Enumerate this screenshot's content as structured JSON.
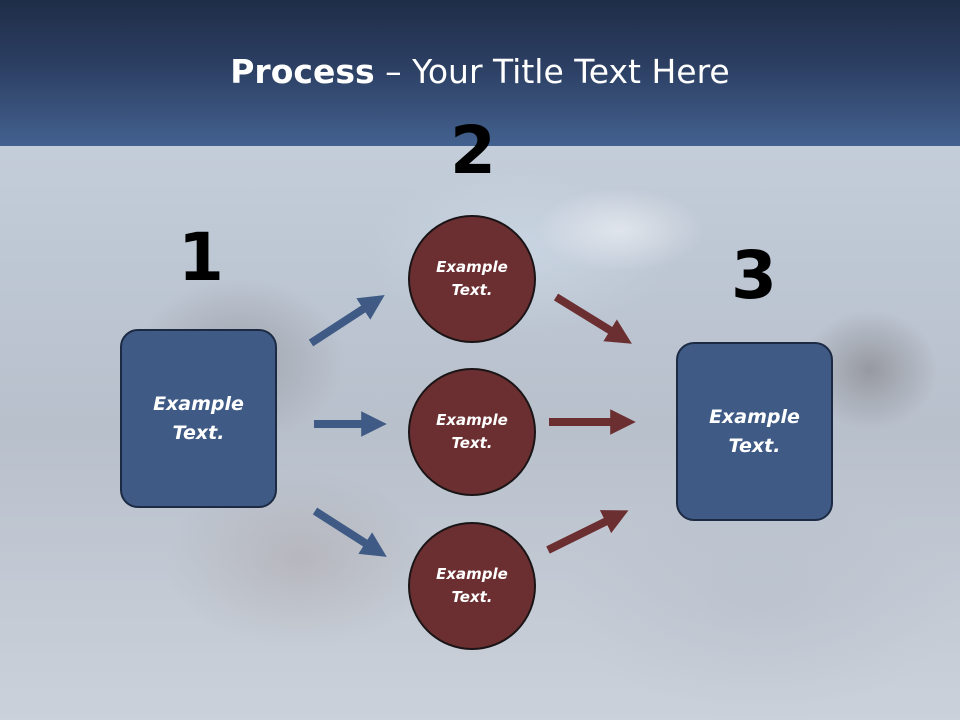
{
  "title": {
    "bold": "Process",
    "rest": " – Your Title Text Here"
  },
  "steps": {
    "one": "1",
    "two": "2",
    "three": "3"
  },
  "nodes": {
    "left_box": "Example\nText.",
    "circle_top": "Example\nText.",
    "circle_middle": "Example\nText.",
    "circle_bottom": "Example\nText.",
    "right_box": "Example\nText."
  },
  "colors": {
    "header": "#2c3f63",
    "box_fill": "#3e5a85",
    "circle_fill": "#6b2f31",
    "blue_arrow": "#3e5a85",
    "red_arrow": "#6b2f31"
  }
}
